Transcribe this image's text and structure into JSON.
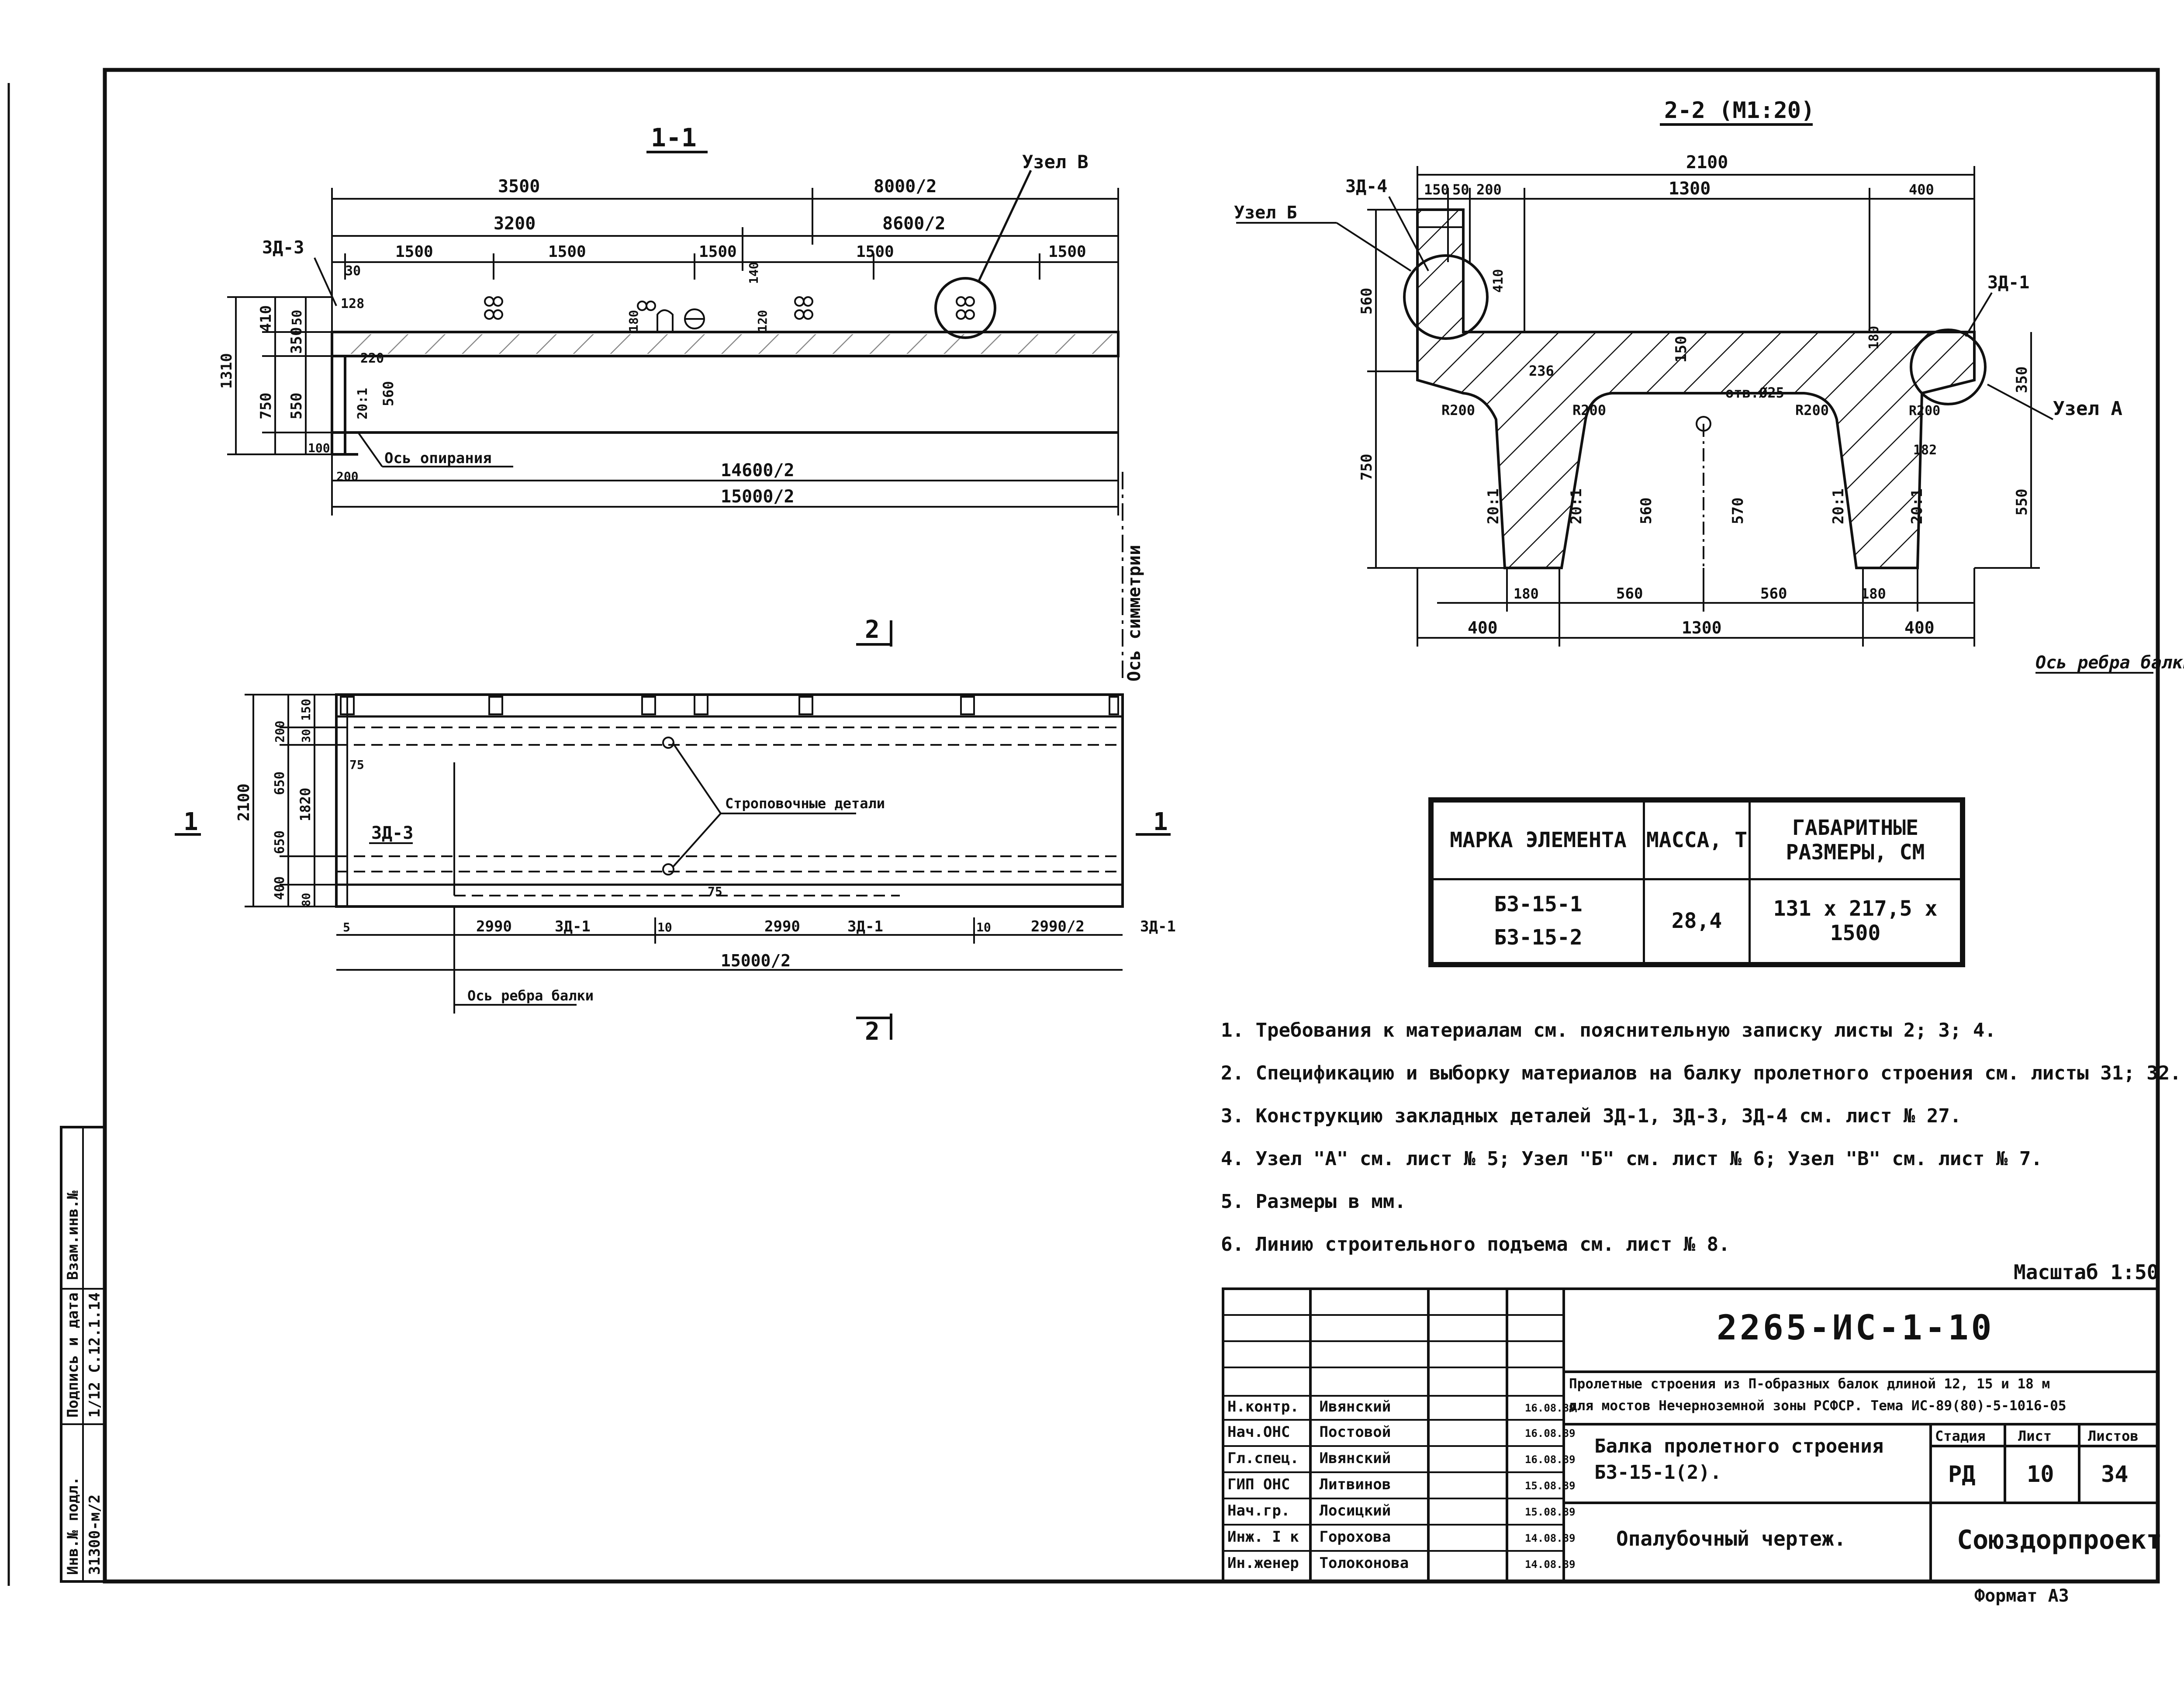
{
  "drawing": {
    "section_1_1": "1-1",
    "section_2_2": "2-2 (М1:20)",
    "plan_marker_2": "2",
    "plan_marker_1": "1",
    "uzel_v": "Узел В",
    "uzel_b": "Узел Б",
    "uzel_a": "Узел А",
    "zd1": "ЗД-1",
    "zd3": "ЗД-3",
    "zd4": "ЗД-4",
    "axis_support": "Ось опирания",
    "axis_symmetry": "Ось симметрии",
    "axis_rib_beam": "Ось ребра балки",
    "lifting_parts": "Строповочные детали",
    "slope_20_1": "20:1",
    "dims_1_1": {
      "d3500": "3500",
      "d8000": "8000/2",
      "d3200": "3200",
      "d8600": "8600/2",
      "d1500": "1500",
      "d14600": "14600/2",
      "d15000": "15000/2",
      "d1310": "1310",
      "d750": "750",
      "d550": "550",
      "d350": "350",
      "d50": "50",
      "d410": "410",
      "d30": "30",
      "d128": "128",
      "d100": "100",
      "d200": "200",
      "d560": "560",
      "d180": "180",
      "d120": "120",
      "d140": "140",
      "d220": "220"
    },
    "dims_2_2": {
      "d2100": "2100",
      "d150": "150",
      "d50": "50",
      "d200": "200",
      "d1300": "1300",
      "d400": "400",
      "d560": "560",
      "d410": "410",
      "d750": "750",
      "d236": "236",
      "d150b": "150",
      "d180": "180",
      "d350": "350",
      "d550": "550",
      "d182": "182",
      "r200": "R200",
      "otv": "отв.Ø25",
      "d560b": "560",
      "d570": "570",
      "d180b": "180",
      "d1300b": "1300",
      "d400b": "400"
    },
    "dims_plan": {
      "d150": "150",
      "d30": "30",
      "d200": "200",
      "d650": "650",
      "d1820": "1820",
      "d2100": "2100",
      "d400": "400",
      "d80": "80",
      "d75": "75",
      "d5": "5",
      "d2990": "2990",
      "d10": "10",
      "d2990h": "2990/2",
      "d15000": "15000/2"
    }
  },
  "spec_table": {
    "h_mark": "МАРКА ЭЛЕМЕНТА",
    "h_mass": "МАССА, Т",
    "h_dims": "ГАБАРИТНЫЕ РАЗМЕРЫ, СМ",
    "mark1": "Б3-15-1",
    "mark2": "Б3-15-2",
    "mass": "28,4",
    "dims": "131 x 217,5 x 1500"
  },
  "notes": [
    "1. Требования к материалам см. пояснительную записку листы 2; 3; 4.",
    "2. Спецификацию и выборку материалов на балку пролетного строения см. листы 31; 32.",
    "3. Конструкцию закладных деталей ЗД-1, ЗД-3, ЗД-4 см. лист № 27.",
    "4. Узел \"А\" см. лист № 5;      Узел \"Б\" см. лист № 6;      Узел \"В\" см. лист № 7.",
    "5. Размеры в мм.",
    "6. Линию строительного подъема см. лист № 8."
  ],
  "scale": "Масштаб 1:50",
  "title_block": {
    "code": "2265-ИС-1-10",
    "project_line1": "Пролетные строения из П-образных балок длиной 12, 15 и 18 м",
    "project_line2": "для мостов Нечерноземной зоны РСФСР. Тема ИС-89(80)-5-1016-05",
    "sheet_title_1": "Балка пролетного строения",
    "sheet_title_2": "Б3-15-1(2).",
    "drawing_type": "Опалубочный чертеж.",
    "org": "Союздорпроект",
    "stage_h": "Стадия",
    "sheet_h": "Лист",
    "sheets_h": "Листов",
    "stage": "РД",
    "sheet": "10",
    "sheets": "34",
    "format": "Формат А3",
    "signatures": [
      {
        "role": "Н.контр.",
        "name": "Ивянский",
        "date": "16.08.89"
      },
      {
        "role": "Нач.ОНС",
        "name": "Постовой",
        "date": "16.08.89"
      },
      {
        "role": "Гл.спец.",
        "name": "Ивянский",
        "date": "16.08.89"
      },
      {
        "role": "ГИП ОНС",
        "name": "Литвинов",
        "date": "15.08.89"
      },
      {
        "role": "Нач.гр.",
        "name": "Лосицкий",
        "date": "15.08.89"
      },
      {
        "role": "Инж. I к",
        "name": "Горохова",
        "date": "14.08.89"
      },
      {
        "role": "Ин.женер",
        "name": "Толоконова",
        "date": "14.08.89"
      }
    ]
  },
  "side_stamp": {
    "inv_podl": "Инв.№ подл.",
    "sign_date": "Подпись и дата",
    "vzam": "Взам.инв.№",
    "inv_value": "31300-м/2",
    "sign_value": "1/12 С.12.1.14"
  },
  "colors": {
    "ink": "#111111",
    "paper": "#ffffff"
  }
}
